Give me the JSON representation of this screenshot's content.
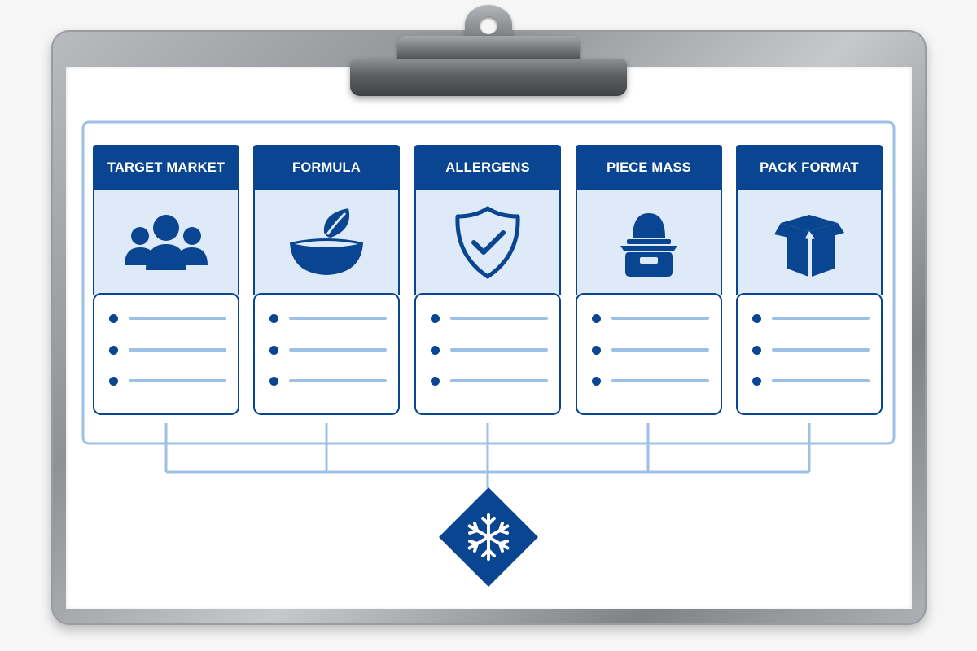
{
  "diagram": {
    "cards": [
      {
        "title": "TARGET MARKET",
        "icon": "people-group-icon",
        "items": 3
      },
      {
        "title": "FORMULA",
        "icon": "bowl-leaf-icon",
        "items": 3
      },
      {
        "title": "ALLERGENS",
        "icon": "shield-check-icon",
        "items": 3
      },
      {
        "title": "PIECE MASS",
        "icon": "weighing-scale-icon",
        "items": 3
      },
      {
        "title": "PACK FORMAT",
        "icon": "box-icon",
        "items": 3
      }
    ],
    "hub_icon": "snowflake-icon",
    "colors": {
      "primary": "#0a4592",
      "light_fill": "#dfeaf8",
      "line": "#9cc0e6"
    }
  }
}
